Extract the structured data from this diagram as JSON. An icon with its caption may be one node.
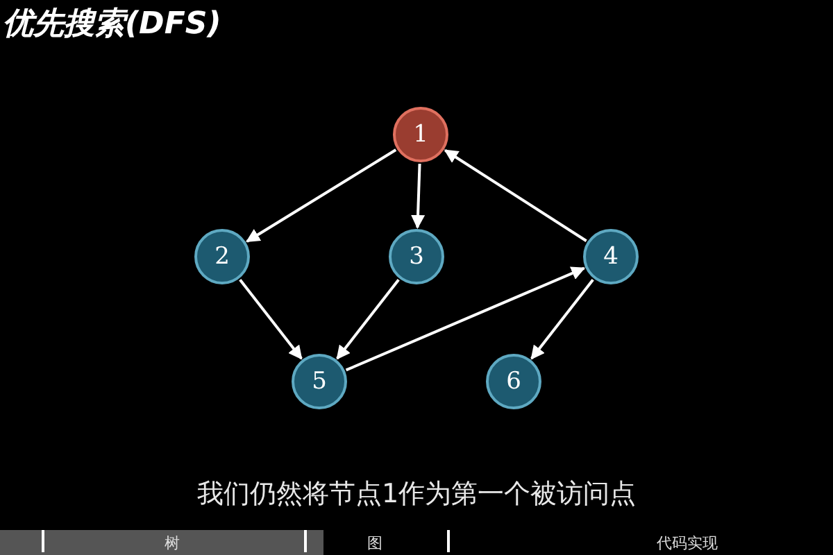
{
  "diagram": {
    "title": "优先搜索(DFS)",
    "nodes": [
      {
        "text": [
          "1"
        ]
      },
      {
        "text": [
          "2"
        ]
      },
      {
        "text": [
          "3"
        ]
      },
      {
        "text": [
          "4"
        ]
      },
      {
        "text": [
          "5"
        ]
      },
      {
        "text": [
          "6"
        ]
      }
    ],
    "edges": [
      {
        "from": 0,
        "to": 1,
        "arrow": "to"
      },
      {
        "from": 0,
        "to": 2,
        "arrow": "to"
      },
      {
        "from": 3,
        "to": 0,
        "arrow": "to"
      },
      {
        "from": 1,
        "to": 4,
        "arrow": "to"
      },
      {
        "from": 2,
        "to": 4,
        "arrow": "to"
      },
      {
        "from": 4,
        "to": 3,
        "arrow": "to"
      },
      {
        "from": 3,
        "to": 5,
        "arrow": "to"
      }
    ],
    "labels": [
      "我们仍然将节点1作为第一个被访问点",
      "树",
      "图",
      "代码实现"
    ]
  }
}
